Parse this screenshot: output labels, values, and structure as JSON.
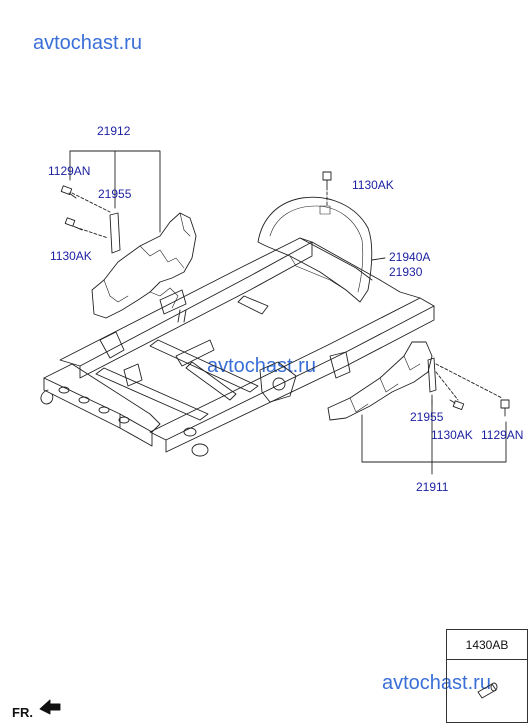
{
  "watermarks": [
    "avtochast.ru",
    "avtochast.ru",
    "avtochast.ru"
  ],
  "labels": {
    "l21912": "21912",
    "l1129AN_left": "1129AN",
    "l21955_left": "21955",
    "l1130AK_left": "1130AK",
    "l1130AK_top": "1130AK",
    "l21940A": "21940A",
    "l21930": "21930",
    "l21955_right": "21955",
    "l1130AK_right": "1130AK",
    "l1129AN_right": "1129AN",
    "l21911": "21911"
  },
  "reference_box": {
    "part": "1430AB"
  },
  "direction": {
    "label": "FR."
  },
  "colors": {
    "label": "#1a1fa0",
    "watermark": "#3a6fd8",
    "line": "#222222"
  }
}
